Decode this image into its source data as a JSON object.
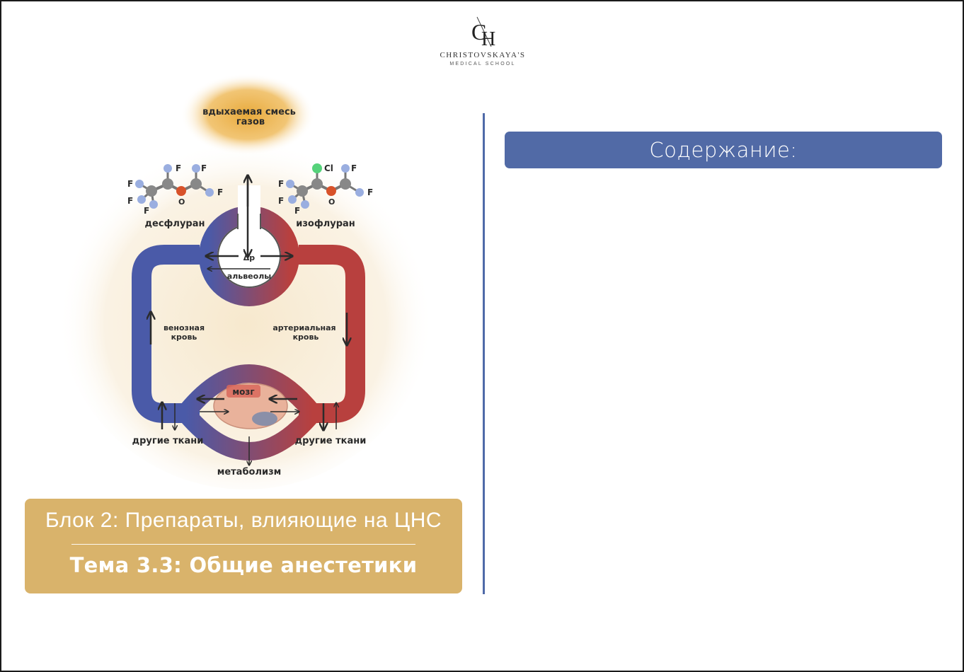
{
  "logo": {
    "name": "CHRISTOVSKAYA'S",
    "subtitle": "MEDICAL SCHOOL"
  },
  "figure": {
    "inhaled_gas": [
      "вдыхаемая смесь",
      "газов"
    ],
    "desflurane": "десфлуран",
    "isoflurane": "изофлуран",
    "alveoli": "альвеолы",
    "delta_p": "Δp",
    "venous_blood": [
      "венозная",
      "кровь"
    ],
    "arterial_blood": [
      "артериальная",
      "кровь"
    ],
    "brain": "мозг",
    "other_tissues_left": "другие ткани",
    "other_tissues_right": "другие ткани",
    "metabolism": "метаболизм",
    "atom_f": "F",
    "atom_o": "O",
    "atom_cl": "Cl"
  },
  "title": {
    "block": "Блок 2: Препараты, влияющие на ЦНС",
    "topic": "Тема 3.3: Общие анестетики"
  },
  "contents": {
    "heading": "Содержание:"
  },
  "colors": {
    "title_box": "#d9b36b",
    "contents_bar": "#516aa6",
    "divider_line": "#4f6aa8",
    "venous": "#4a5aa8",
    "arterial": "#b8403e"
  }
}
